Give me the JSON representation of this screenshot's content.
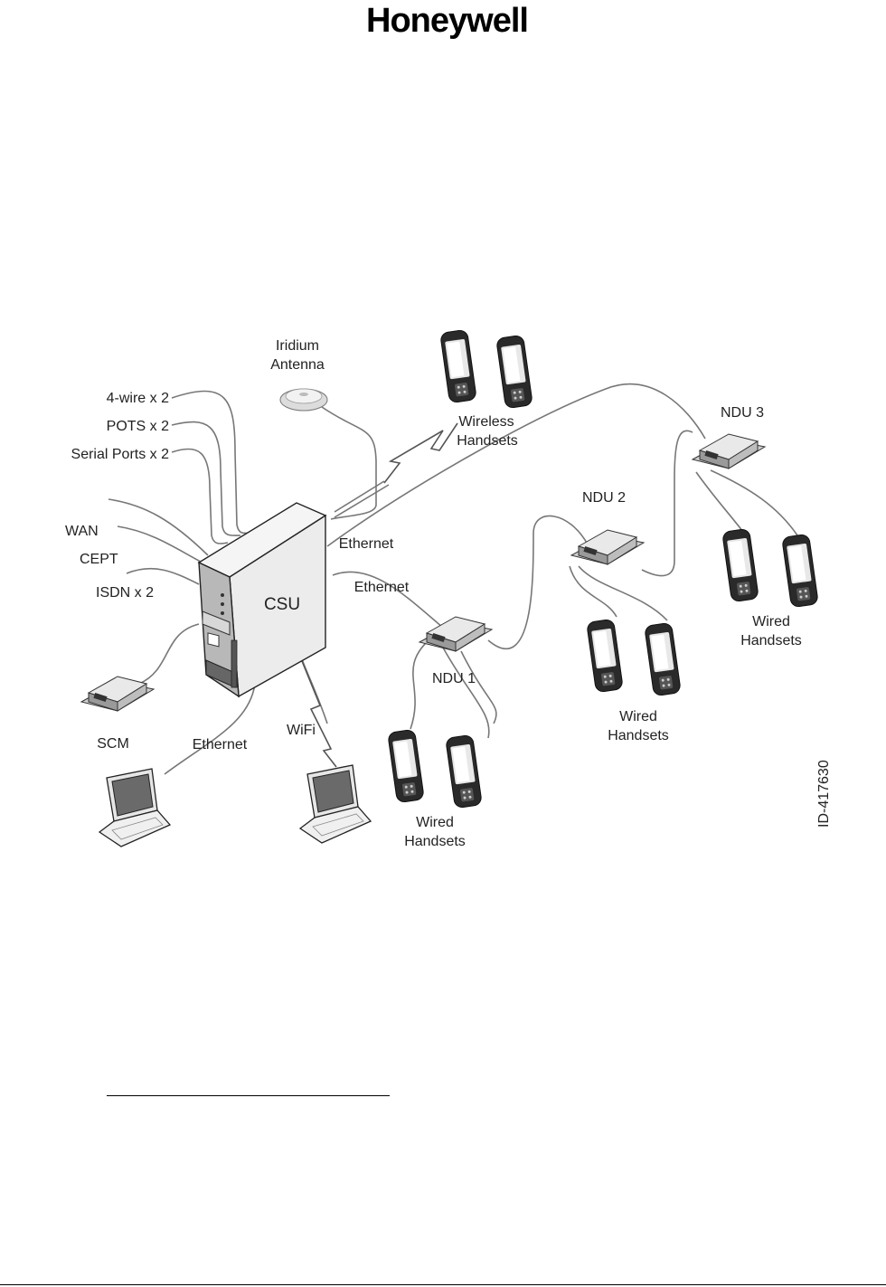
{
  "header": {
    "brand": "Honeywell"
  },
  "diagram": {
    "figure_id": "ID-417630",
    "labels": {
      "iridium_1": "Iridium",
      "iridium_2": "Antenna",
      "four_wire": "4-wire x 2",
      "pots": "POTS x 2",
      "serial": "Serial Ports x 2",
      "wan": "WAN",
      "cept": "CEPT",
      "isdn": "ISDN x 2",
      "csu": "CSU",
      "scm": "SCM",
      "ethernet_laptop": "Ethernet",
      "wifi": "WiFi",
      "ethernet_top": "Ethernet",
      "ethernet_mid": "Ethernet",
      "wireless_1": "Wireless",
      "wireless_2": "Handsets",
      "ndu1": "NDU 1",
      "ndu2": "NDU 2",
      "ndu3": "NDU 3",
      "wired1_1": "Wired",
      "wired1_2": "Handsets",
      "wired2_1": "Wired",
      "wired2_2": "Handsets",
      "wired3_1": "Wired",
      "wired3_2": "Handsets"
    }
  }
}
